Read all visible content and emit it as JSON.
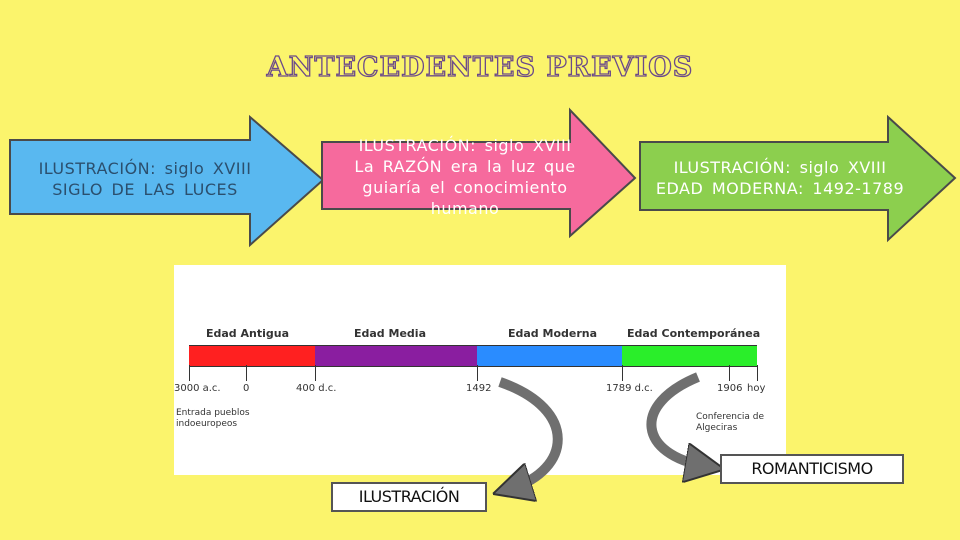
{
  "title": "ANTECEDENTES PREVIOS",
  "arrows": [
    {
      "lines": [
        "ILUSTRACIÓN: siglo XVIII",
        "SIGLO DE LAS LUCES"
      ],
      "color": "#59b8f0"
    },
    {
      "lines": [
        "ILUSTRACIÓN: siglo XVIII",
        "La RAZÓN era la luz que",
        "guiaría el conocimiento",
        "humano"
      ],
      "color": "#f66a9d"
    },
    {
      "lines": [
        "ILUSTRACIÓN: siglo XVIII",
        "EDAD MODERNA: 1492-1789"
      ],
      "color": "#8ccf4e"
    }
  ],
  "timeline": {
    "eras": [
      "Edad Antigua",
      "Edad Media",
      "Edad Moderna",
      "Edad Contemporánea"
    ],
    "era_colors": [
      "#ff2020",
      "#8a1ea0",
      "#2a8cff",
      "#2aee2a"
    ],
    "ticks": [
      "3000 a.c.",
      "0",
      "400 d.c.",
      "1492",
      "1789 d.c.",
      "1906",
      "hoy"
    ],
    "note_left": [
      "Entrada pueblos",
      "indoeuropeos"
    ],
    "note_right": [
      "Conferencia de",
      "Algeciras"
    ]
  },
  "boxes": {
    "ilustracion": "ILUSTRACIÓN",
    "romanticismo": "ROMANTICISMO"
  }
}
